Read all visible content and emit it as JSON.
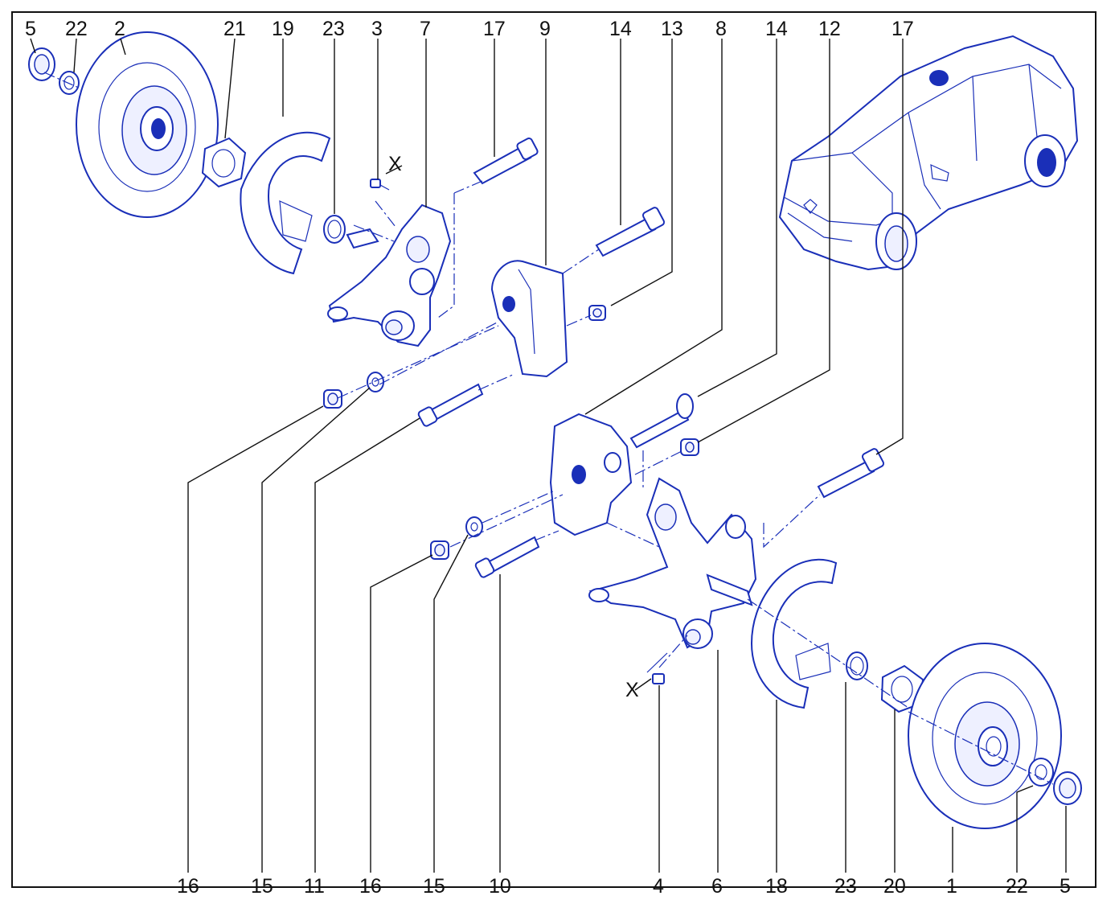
{
  "top_labels": [
    {
      "id": "t-5",
      "text": "5"
    },
    {
      "id": "t-22",
      "text": "22"
    },
    {
      "id": "t-2",
      "text": "2"
    },
    {
      "id": "t-21",
      "text": "21"
    },
    {
      "id": "t-19",
      "text": "19"
    },
    {
      "id": "t-23",
      "text": "23"
    },
    {
      "id": "t-3",
      "text": "3"
    },
    {
      "id": "t-7",
      "text": "7"
    },
    {
      "id": "t-17a",
      "text": "17"
    },
    {
      "id": "t-9",
      "text": "9"
    },
    {
      "id": "t-14a",
      "text": "14"
    },
    {
      "id": "t-13",
      "text": "13"
    },
    {
      "id": "t-8",
      "text": "8"
    },
    {
      "id": "t-14b",
      "text": "14"
    },
    {
      "id": "t-12",
      "text": "12"
    },
    {
      "id": "t-17b",
      "text": "17"
    }
  ],
  "bottom_labels": [
    {
      "id": "b-16a",
      "text": "16"
    },
    {
      "id": "b-15a",
      "text": "15"
    },
    {
      "id": "b-11",
      "text": "11"
    },
    {
      "id": "b-16b",
      "text": "16"
    },
    {
      "id": "b-15b",
      "text": "15"
    },
    {
      "id": "b-10",
      "text": "10"
    },
    {
      "id": "b-4",
      "text": "4"
    },
    {
      "id": "b-6",
      "text": "6"
    },
    {
      "id": "b-18",
      "text": "18"
    },
    {
      "id": "b-23",
      "text": "23"
    },
    {
      "id": "b-20",
      "text": "20"
    },
    {
      "id": "b-1",
      "text": "1"
    },
    {
      "id": "b-22",
      "text": "22"
    },
    {
      "id": "b-5",
      "text": "5"
    }
  ],
  "markers": {
    "x_upper": "X",
    "x_lower": "X"
  },
  "colors": {
    "part_stroke": "#1a2fb8",
    "label_text": "#111111",
    "frame": "#111111"
  }
}
